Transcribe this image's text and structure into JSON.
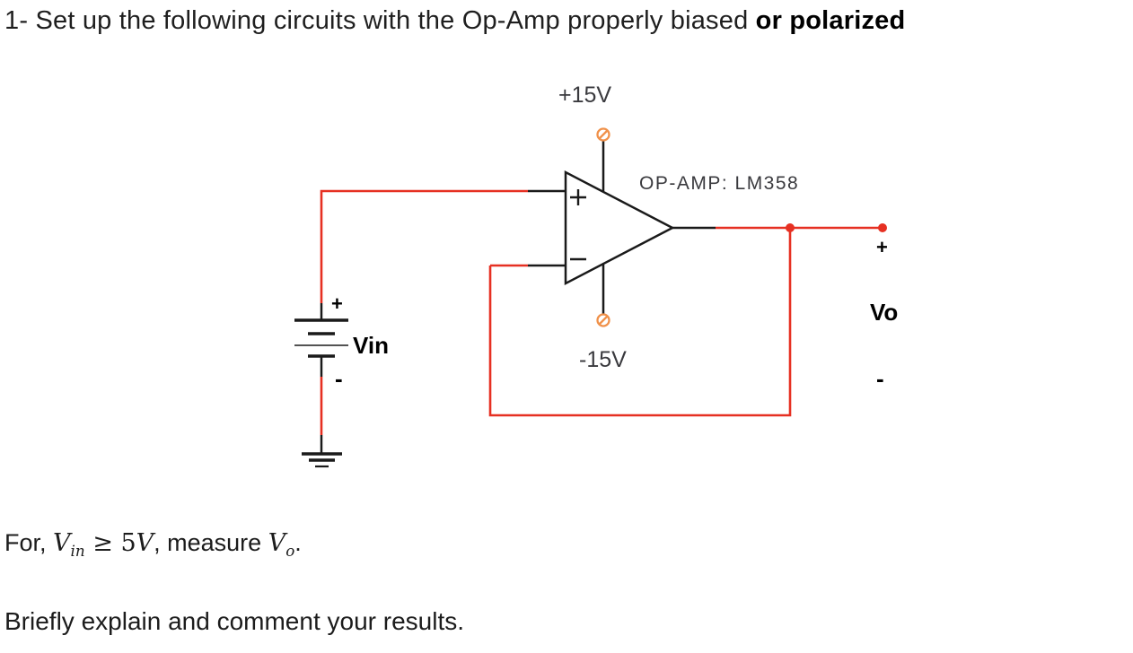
{
  "title": {
    "normal": "1- Set up the following circuits with the Op-Amp properly biased ",
    "bold": "or polarized"
  },
  "circuit": {
    "supply_positive": "+15V",
    "supply_negative": "-15V",
    "opamp_part": "OP-AMP: LM358",
    "opamp_plus": "+",
    "opamp_minus": "−",
    "input_source": "Vin",
    "input_plus": "+",
    "input_minus": "-",
    "output_name": "Vo",
    "output_plus": "+",
    "output_minus": "-",
    "colors": {
      "wire": "#e63022",
      "terminal": "#f0914a",
      "line": "#1a1a1a",
      "label": "#3a3a3e"
    }
  },
  "questions": {
    "measure": {
      "lead": "For, ",
      "vin_symbol": "V",
      "vin_subscript": "in",
      "relation": " ≥ ",
      "value": "5",
      "unit_symbol": "V",
      "middle": ", measure ",
      "vo_symbol": "V",
      "vo_subscript": "o",
      "end": "."
    },
    "comment": "Briefly explain and comment your results."
  }
}
